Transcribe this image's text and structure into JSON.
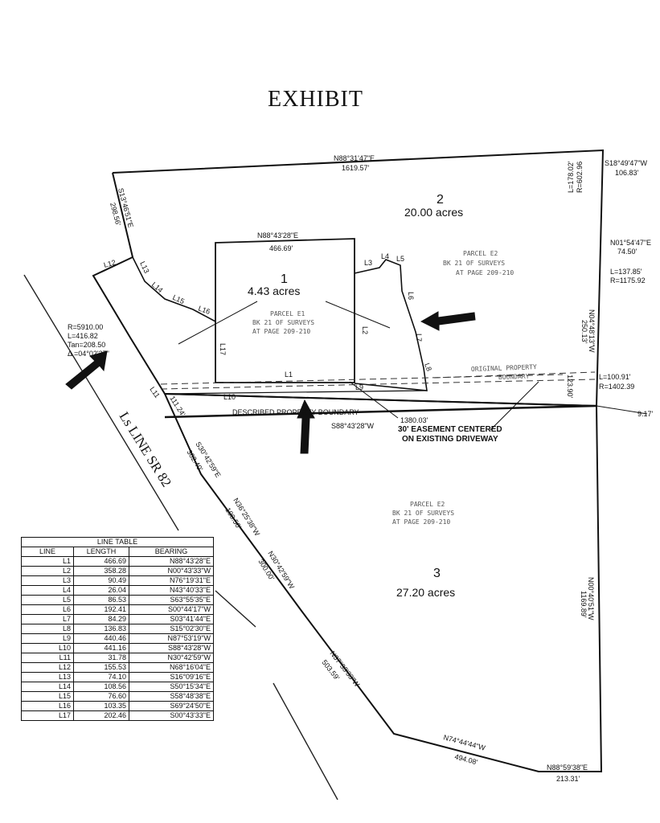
{
  "title": "EXHIBIT",
  "highway": "Ls LINE SR 82",
  "parcels": [
    {
      "num": "1",
      "area": "4.43 acres",
      "ref": [
        "PARCEL E1",
        "BK 21 OF SURVEYS",
        "AT PAGE 209-210"
      ]
    },
    {
      "num": "2",
      "area": "20.00 acres",
      "ref": [
        "PARCEL E2",
        "BK 21 OF SURVEYS",
        "AT PAGE 209-210"
      ]
    },
    {
      "num": "3",
      "area": "27.20 acres",
      "ref": [
        "PARCEL E2",
        "BK 21 OF SURVEYS",
        "AT PAGE 209-210"
      ]
    }
  ],
  "outer_bearings": {
    "top": "N88°31'47\"E",
    "top_len": "1619.57'",
    "ne": "S18°49'47\"W",
    "ne_len": "106.83'",
    "nw": "S13°46'51\"E",
    "nw_len": "298.56'",
    "p1_top": "N88°43'28\"E",
    "p1_top_len": "466.69'",
    "e_mid": "N01°54'47\"E",
    "e_mid_len": "74.50'",
    "e_mid2": "N04°48'13\"W",
    "e_mid2_len": "250.13'",
    "e_low": "N00°40'51\"W",
    "e_low_len": "1169.89'",
    "sw1": "S30°42'59\"E",
    "sw1_len": "362.40'",
    "sw2": "N36°25'38\"W",
    "sw2_len": "100.50'",
    "sw3": "N30°42'59\"W",
    "sw3_len": "300.00'",
    "sw4": "N37°33'33\"W",
    "sw4_len": "503.59'",
    "bot1": "N74°44'44\"W",
    "bot1_len": "494.08'",
    "bot2": "N88°59'38\"E",
    "bot2_len": "213.31'",
    "boundary": "S88°43'28\"W",
    "boundary_len": "1380.03'",
    "l11_len": "111.24'",
    "offset": "123.90'",
    "right_off": "9.17'"
  },
  "curves": {
    "c1": [
      "L=178.02'",
      "R=602.96"
    ],
    "c2": [
      "L=137.85'",
      "R=1175.92"
    ],
    "c3": [
      "L=100.91'",
      "R=1402.39"
    ],
    "west": [
      "R=5910.00",
      "L=416.82",
      "Tan=208.50",
      "Δ =04°02'27\""
    ]
  },
  "labels": {
    "described": "DESCRIBED PROPERTY BOUNDARY",
    "easement1": "30' EASEMENT CENTERED",
    "easement2": "ON EXISTING DRIVEWAY",
    "original1": "ORIGINAL PROPERTY",
    "original2": "BOUNDARY"
  },
  "line_ids": [
    "L1",
    "L2",
    "L3",
    "L4",
    "L5",
    "L6",
    "L7",
    "L8",
    "L9",
    "L10",
    "L11",
    "L12",
    "L13",
    "L14",
    "L15",
    "L16",
    "L17"
  ],
  "line_table": {
    "title": "LINE TABLE",
    "headers": [
      "LINE",
      "LENGTH",
      "BEARING"
    ],
    "rows": [
      [
        "L1",
        "466.69",
        "N88°43'28\"E"
      ],
      [
        "L2",
        "358.28",
        "N00°43'33\"W"
      ],
      [
        "L3",
        "90.49",
        "N76°19'31\"E"
      ],
      [
        "L4",
        "26.04",
        "N43°40'33\"E"
      ],
      [
        "L5",
        "86.53",
        "S63°55'35\"E"
      ],
      [
        "L6",
        "192.41",
        "S00°44'17\"W"
      ],
      [
        "L7",
        "84.29",
        "S03°41'44\"E"
      ],
      [
        "L8",
        "136.83",
        "S15°02'30\"E"
      ],
      [
        "L9",
        "440.46",
        "N87°53'19\"W"
      ],
      [
        "L10",
        "441.16",
        "S88°43'28\"W"
      ],
      [
        "L11",
        "31.78",
        "N30°42'59\"W"
      ],
      [
        "L12",
        "155.53",
        "N68°16'04\"E"
      ],
      [
        "L13",
        "74.10",
        "S16°09'16\"E"
      ],
      [
        "L14",
        "108.56",
        "S50°15'34\"E"
      ],
      [
        "L15",
        "76.60",
        "S58°48'38\"E"
      ],
      [
        "L16",
        "103.35",
        "S69°24'50\"E"
      ],
      [
        "L17",
        "202.46",
        "S00°43'33\"E"
      ]
    ]
  }
}
